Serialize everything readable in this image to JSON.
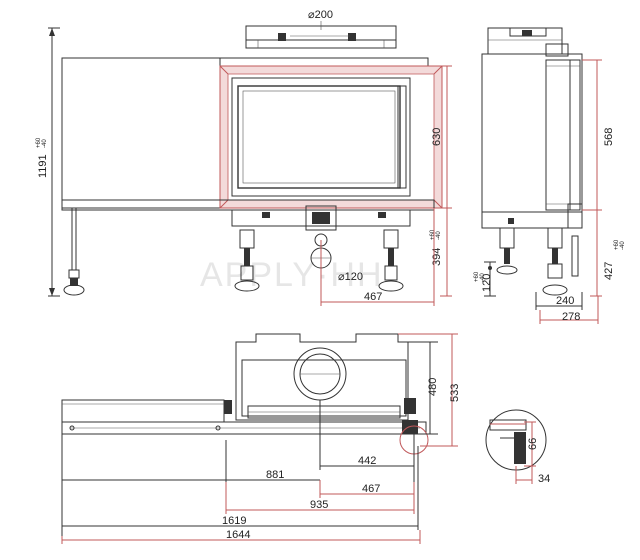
{
  "views": {
    "front": {
      "flue_diameter": "⌀200",
      "total_height": "1191",
      "total_height_tol_plus": "+60",
      "total_height_tol_minus": "-40",
      "door_height": "630",
      "leg_height": "394",
      "leg_height_tol_plus": "+60",
      "leg_height_tol_minus": "-40",
      "air_inlet_diameter": "⌀120",
      "door_width": "467"
    },
    "side": {
      "glass_height": "568",
      "leg_height": "427",
      "leg_height_tol_plus": "+60",
      "leg_height_tol_minus": "-40",
      "foot_height": "120",
      "foot_height_tol_plus": "+60",
      "foot_height_tol_minus": "-40",
      "body_depth": "240",
      "total_depth": "278"
    },
    "top": {
      "depth_480": "480",
      "depth_533": "533",
      "center_442": "442",
      "center_881": "881",
      "opening_467": "467",
      "width_935": "935",
      "width_1619": "1619",
      "width_1644": "1644"
    },
    "detail": {
      "dim_66": "66",
      "dim_34": "34"
    }
  },
  "watermark": "APPLY·HH"
}
